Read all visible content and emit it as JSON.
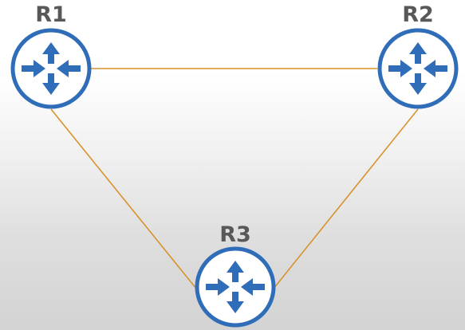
{
  "colors": {
    "router_stroke": "#2f6db8",
    "router_fill": "#ffffff",
    "arrow": "#2f6db8",
    "link": "#d7922b",
    "label": "#585858"
  },
  "icons": {
    "router": "router-icon"
  },
  "routers": [
    {
      "id": "r1",
      "label": "R1"
    },
    {
      "id": "r2",
      "label": "R2"
    },
    {
      "id": "r3",
      "label": "R3"
    }
  ],
  "links": [
    {
      "from": "R1",
      "to": "R2"
    },
    {
      "from": "R1",
      "to": "R3"
    },
    {
      "from": "R2",
      "to": "R3"
    }
  ]
}
